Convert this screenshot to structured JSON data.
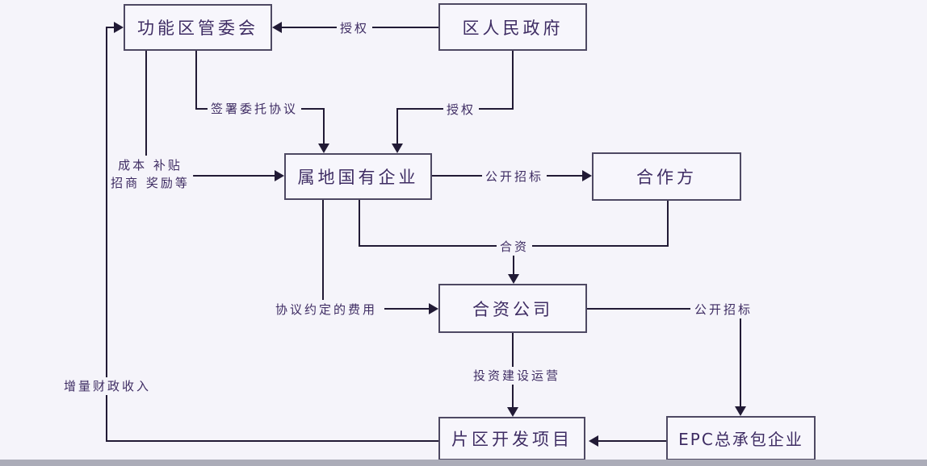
{
  "colors": {
    "background": "#f5f4fa",
    "line": "#211a35",
    "text": "#3e2c63",
    "box_border": "#4e4963",
    "footer_bar": "#abacb8"
  },
  "nodes": {
    "committee": {
      "label": "功能区管委会"
    },
    "government": {
      "label": "区人民政府"
    },
    "soe": {
      "label": "属地国有企业"
    },
    "partner": {
      "label": "合作方"
    },
    "jv": {
      "label": "合资公司"
    },
    "project": {
      "label": "片区开发项目"
    },
    "epc": {
      "label": "EPC总承包企业"
    }
  },
  "edges": {
    "authorize_committee": {
      "label": "授权"
    },
    "entrust": {
      "label": "签署委托协议"
    },
    "authorize_soe": {
      "label": "授权"
    },
    "subsidy": {
      "line1": "成本 补贴",
      "line2": "招商 奖励等"
    },
    "bid_soe": {
      "label": "公开招标"
    },
    "joint_venture": {
      "label": "合资"
    },
    "fee": {
      "label": "协议约定的费用"
    },
    "bid_jv": {
      "label": "公开招标"
    },
    "invest": {
      "label": "投资建设运营"
    },
    "revenue": {
      "label": "增量财政收入"
    }
  }
}
